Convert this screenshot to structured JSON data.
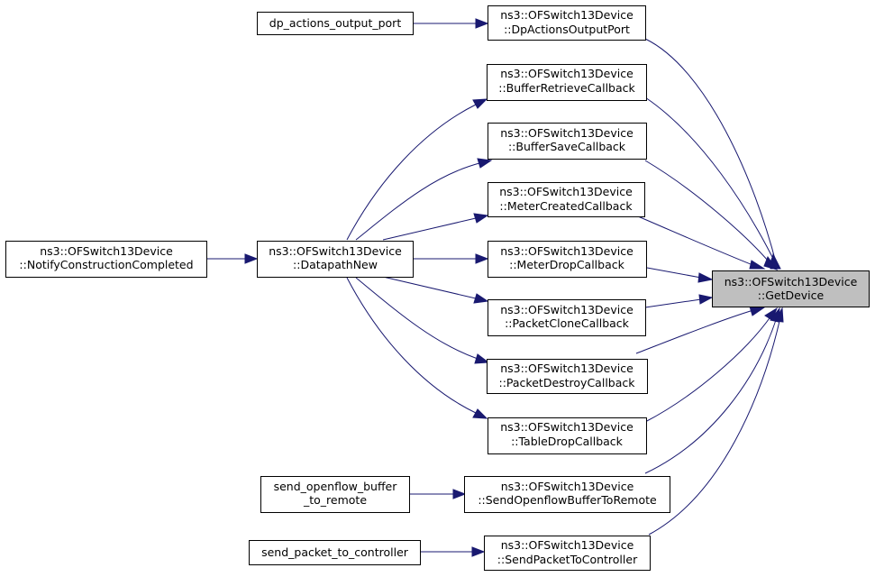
{
  "graph": {
    "nodes": {
      "get_device": {
        "lines": [
          "ns3::OFSwitch13Device",
          "::GetDevice"
        ]
      },
      "dp_actions_output_port_method": {
        "lines": [
          "ns3::OFSwitch13Device",
          "::DpActionsOutputPort"
        ]
      },
      "buffer_retrieve_callback": {
        "lines": [
          "ns3::OFSwitch13Device",
          "::BufferRetrieveCallback"
        ]
      },
      "buffer_save_callback": {
        "lines": [
          "ns3::OFSwitch13Device",
          "::BufferSaveCallback"
        ]
      },
      "meter_created_callback": {
        "lines": [
          "ns3::OFSwitch13Device",
          "::MeterCreatedCallback"
        ]
      },
      "meter_drop_callback": {
        "lines": [
          "ns3::OFSwitch13Device",
          "::MeterDropCallback"
        ]
      },
      "packet_clone_callback": {
        "lines": [
          "ns3::OFSwitch13Device",
          "::PacketCloneCallback"
        ]
      },
      "packet_destroy_callback": {
        "lines": [
          "ns3::OFSwitch13Device",
          "::PacketDestroyCallback"
        ]
      },
      "table_drop_callback": {
        "lines": [
          "ns3::OFSwitch13Device",
          "::TableDropCallback"
        ]
      },
      "send_openflow_buffer_to_remote_method": {
        "lines": [
          "ns3::OFSwitch13Device",
          "::SendOpenflowBufferToRemote"
        ]
      },
      "send_packet_to_controller_method": {
        "lines": [
          "ns3::OFSwitch13Device",
          "::SendPacketToController"
        ]
      },
      "datapath_new": {
        "lines": [
          "ns3::OFSwitch13Device",
          "::DatapathNew"
        ]
      },
      "notify_construction_completed": {
        "lines": [
          "ns3::OFSwitch13Device",
          "::NotifyConstructionCompleted"
        ]
      },
      "dp_actions_output_port_fn": {
        "lines": [
          "dp_actions_output_port"
        ]
      },
      "send_openflow_buffer_to_remote_fn": {
        "lines": [
          "send_openflow_buffer",
          "_to_remote"
        ]
      },
      "send_packet_to_controller_fn": {
        "lines": [
          "send_packet_to_controller"
        ]
      }
    }
  }
}
